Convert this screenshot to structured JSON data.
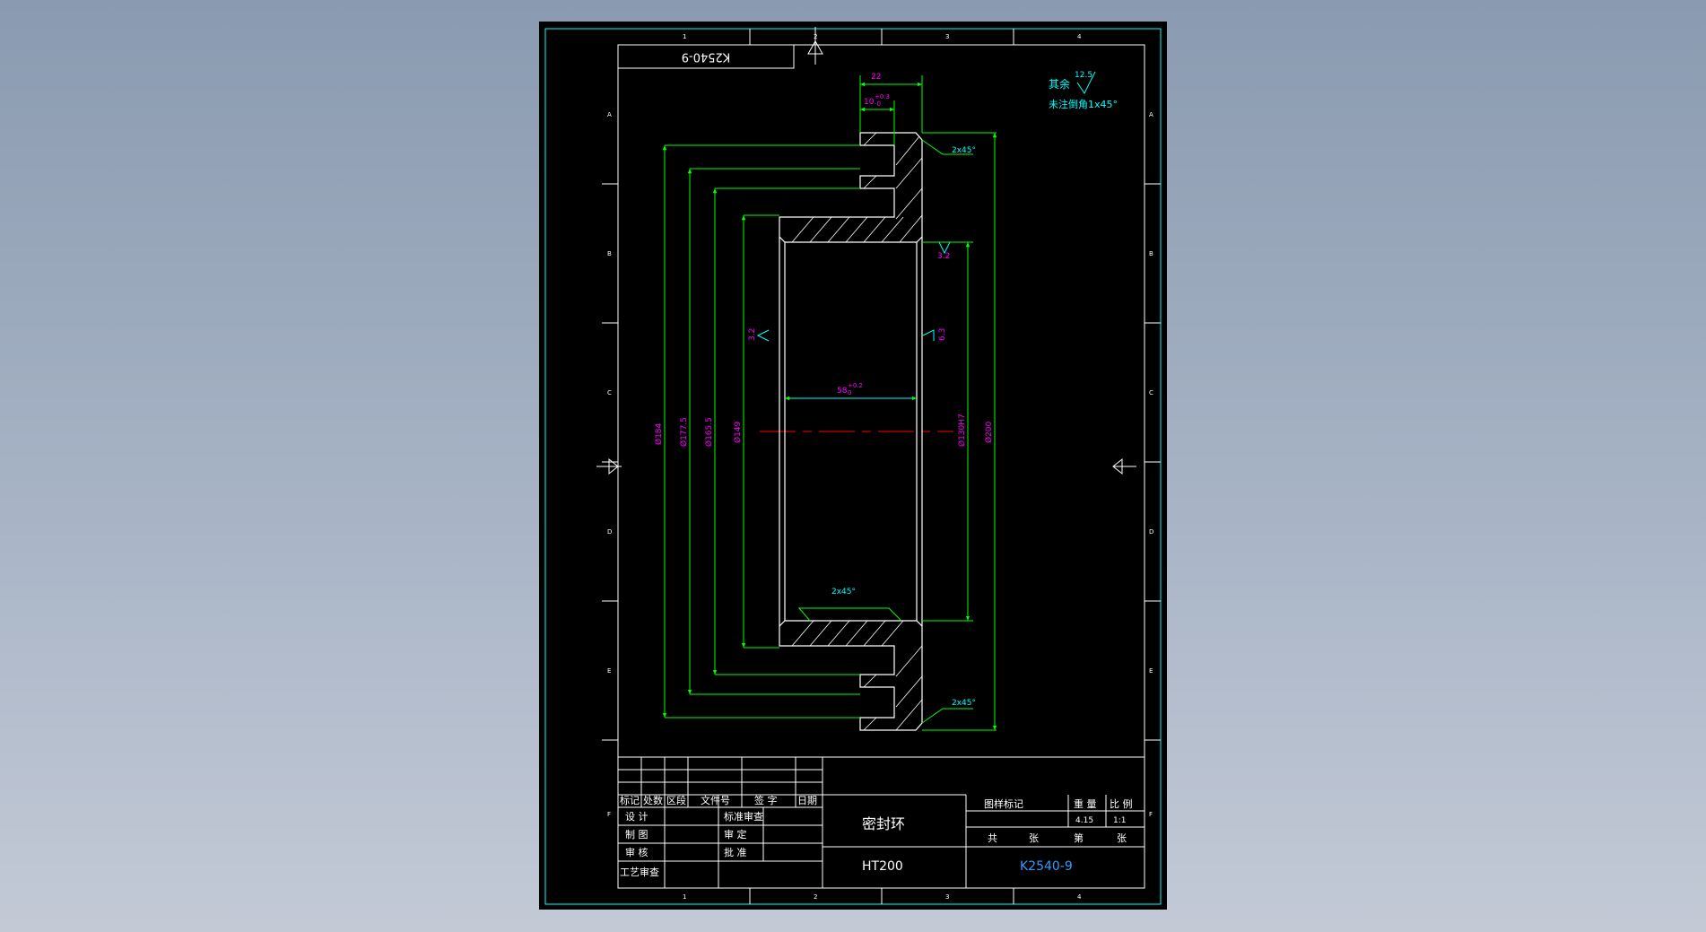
{
  "drawing": {
    "drawing_number_rotated": "K2540-9",
    "roughness_note": {
      "label": "其余",
      "value": "12.5"
    },
    "chamfer_note": "未注倒角1x45°",
    "zone_numbers": [
      "1",
      "2",
      "3",
      "4"
    ],
    "zone_letters": [
      "A",
      "B",
      "C",
      "D",
      "E",
      "F"
    ],
    "dimensions": {
      "top_width": "22",
      "groove_width": "10",
      "groove_tol_upper": "+0.3",
      "groove_tol_lower": "-0",
      "bore_length": "58",
      "bore_tol_upper": "+0.2",
      "bore_tol_lower": "0",
      "d1": "Ø184",
      "d2": "Ø177.5",
      "d3": "Ø165.5",
      "d4": "Ø149",
      "d5": "Ø130H7",
      "d6": "Ø200",
      "chamfer_top": "2x45°",
      "chamfer_bottom": "2x45°",
      "chamfer_inner": "2x45°",
      "rough_a": "3.2",
      "rough_b": "3.2",
      "rough_c": "6.3"
    }
  },
  "title_block": {
    "revision_headers": [
      "标记",
      "处数",
      "区段",
      "文件号",
      "签 字",
      "日期"
    ],
    "left_labels": [
      "设 计",
      "制 图",
      "审 核",
      "工艺审查"
    ],
    "mid_labels": [
      "标准审查",
      "审 定",
      "批 准"
    ],
    "part_name": "密封环",
    "material": "HT200",
    "stage_label": "图样标记",
    "weight_label": "重 量",
    "scale_label": "比 例",
    "weight_value": "4.15",
    "scale_value": "1:1",
    "total_label": "共",
    "sheet_unit": "张",
    "sheet_no_label": "第",
    "drawing_number": "K2540-9"
  },
  "colors": {
    "sheet_bg": "#000000",
    "frame": "#ffffff",
    "outer_frame": "#00ffff",
    "dimension": "#00ff00",
    "dim_text": "#ff00ff",
    "center_line": "#ff0000",
    "note_cyan": "#00ffff",
    "number_blue": "#3399ff"
  }
}
